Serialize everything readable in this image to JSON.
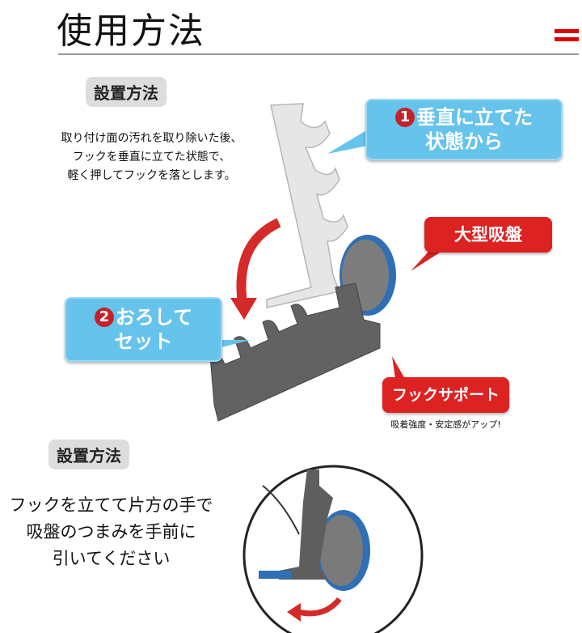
{
  "title": "使用方法",
  "section1": {
    "badge": "設置方法",
    "description": [
      "取り付け面の汚れを取り除いた後、",
      "フックを垂直に立てた状態で、",
      "軽く押してフックを落とします。"
    ],
    "callout_step1": {
      "number": "1",
      "lines": [
        "垂直に立てた",
        "状態から"
      ]
    },
    "callout_step2": {
      "number": "2",
      "lines": [
        "おろして",
        "セット"
      ]
    },
    "callout_suction": "大型吸盤",
    "callout_support": "フックサポート",
    "support_note": "吸着強度・安定感がアップ!"
  },
  "section2": {
    "badge": "設置方法",
    "description": [
      "フックを立てて片方の手で",
      "吸盤のつまみを手前に",
      "引いてください"
    ]
  },
  "colors": {
    "accent_red": "#d22222",
    "callout_blue": "#66c3ec",
    "suction_blue": "#2f6fb5",
    "hook_gray": "#666666"
  }
}
